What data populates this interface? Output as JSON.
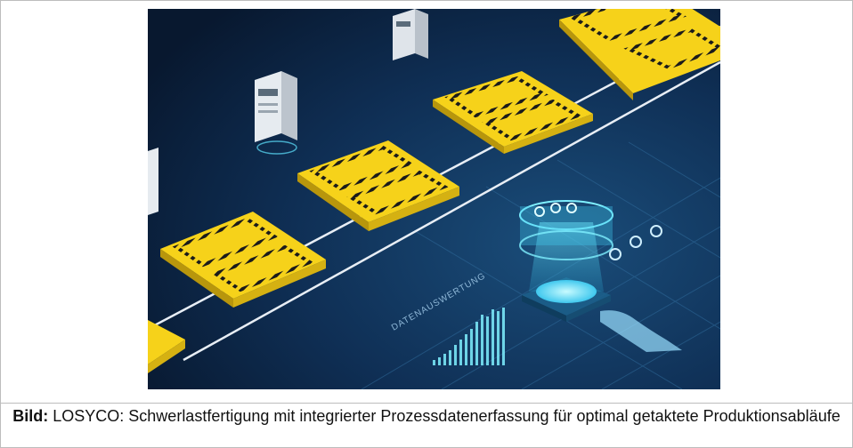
{
  "figure": {
    "caption_lead": "Bild:",
    "caption_text": " LOSYCO: Schwerlastfertigung mit integrierter Prozessdatenerfassung für optimal getaktete Produktionsabläufe",
    "illustration_label": "DATENAUSWERTUNG"
  },
  "colors": {
    "background_dark": "#0a1f3a",
    "background_mid": "#12365c",
    "platform_yellow": "#f6d21a",
    "platform_shadow": "#b8960c",
    "glow_cyan": "#5ee3ff",
    "track_white": "#e8eef5"
  }
}
